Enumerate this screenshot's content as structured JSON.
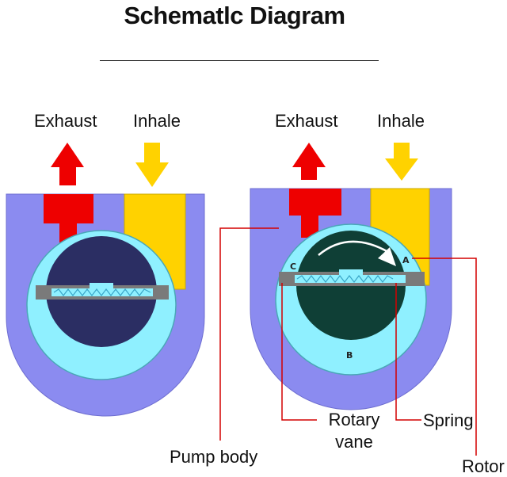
{
  "title": "Schematlc Diagram",
  "left_pump": {
    "exhaust_label": "Exhaust",
    "inhale_label": "Inhale"
  },
  "right_pump": {
    "exhaust_label": "Exhaust",
    "inhale_label": "Inhale",
    "point_a": "A",
    "point_b": "B",
    "point_c": "C"
  },
  "callouts": {
    "rotary_vane_line1": "Rotary",
    "rotary_vane_line2": "vane",
    "spring": "Spring",
    "pump_body": "Pump body",
    "rotor": "Rotor"
  },
  "colors": {
    "pump_body": "#8b8bf0",
    "chamber": "#8ff0ff",
    "rotor_left": "#2b2e63",
    "rotor_right": "#0f3f36",
    "exhaust": "#ee0000",
    "inhale": "#ffd200",
    "vane": "#7a7a7a",
    "callout_line": "#d40000"
  }
}
